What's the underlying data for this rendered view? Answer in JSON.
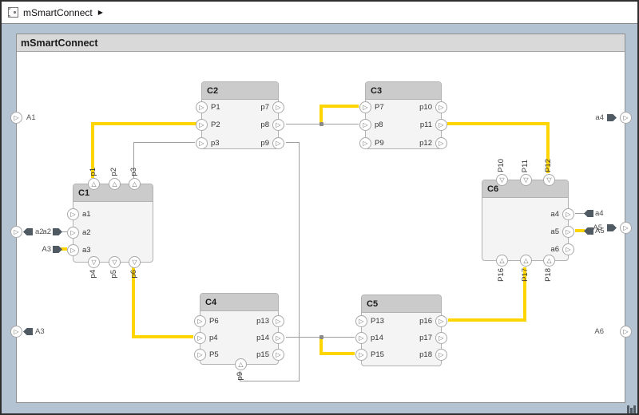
{
  "window": {
    "breadcrumb": {
      "label": "mSmartConnect",
      "caret": "▶"
    }
  },
  "sheet": {
    "title": "mSmartConnect"
  },
  "glyphs": {
    "right": "▷",
    "up": "△",
    "down": "▽"
  },
  "colors": {
    "highlight_wire": "#ffd500",
    "wire": "#9e9e9e",
    "canvas": "#b4c3d2",
    "component_header": "#cbcbcb",
    "component_body": "#f4f4f4",
    "adapter": "#4f5a63"
  },
  "components": {
    "C1": {
      "label": "C1",
      "ports": {
        "top": [
          "p1",
          "p2",
          "p3"
        ],
        "left": [
          "a1",
          "a2",
          "a3"
        ],
        "bottom": [
          "p4",
          "p5",
          "p6"
        ]
      }
    },
    "C2": {
      "label": "C2",
      "ports": {
        "left": [
          "P1",
          "P2",
          "p3"
        ],
        "right": [
          "p7",
          "p8",
          "p9"
        ]
      }
    },
    "C3": {
      "label": "C3",
      "ports": {
        "left": [
          "P7",
          "p8",
          "P9"
        ],
        "right": [
          "p10",
          "p11",
          "p12"
        ]
      }
    },
    "C4": {
      "label": "C4",
      "ports": {
        "left": [
          "P6",
          "p4",
          "P5"
        ],
        "right": [
          "p13",
          "p14",
          "p15"
        ],
        "bottom": [
          "p9"
        ]
      }
    },
    "C5": {
      "label": "C5",
      "ports": {
        "left": [
          "P13",
          "p14",
          "P15"
        ],
        "right": [
          "p16",
          "p17",
          "p18"
        ]
      }
    },
    "C6": {
      "label": "C6",
      "ports": {
        "top": [
          "P10",
          "P11",
          "P12"
        ],
        "right": [
          "a4",
          "a5",
          "a6"
        ],
        "bottom": [
          "P16",
          "P17",
          "P18"
        ]
      }
    }
  },
  "edge_ports": {
    "left": [
      {
        "label": "A1"
      },
      {
        "label": "a2"
      },
      {
        "label": "A3"
      }
    ],
    "right": [
      {
        "label": "a4"
      },
      {
        "label": "A5"
      },
      {
        "label": "A6"
      }
    ]
  },
  "adapters": {
    "near_c1": [
      {
        "label": "a2"
      },
      {
        "label": "A3"
      }
    ],
    "near_c6": [
      {
        "label": "a4"
      },
      {
        "label": "A5"
      }
    ]
  },
  "connections": [
    {
      "from": "C1.p1",
      "to": "C2.P2",
      "highlighted": true
    },
    {
      "from": "C1.p3",
      "to": "C2.p3",
      "highlighted": false
    },
    {
      "from": "adapter a2",
      "to": "C1.a2",
      "highlighted": false
    },
    {
      "from": "adapter A3",
      "to": "C1.a3",
      "highlighted": true
    },
    {
      "from": "C1.p6",
      "to": "C4.p4",
      "highlighted": true
    },
    {
      "from": "C2.p8",
      "to": "C3.p8",
      "highlighted": false
    },
    {
      "from": "C2.p8 junction",
      "to": "C3.P7",
      "highlighted": true
    },
    {
      "from": "C2.p9",
      "to": "C4.p9",
      "highlighted": false
    },
    {
      "from": "C3.p11",
      "to": "C6.P12",
      "highlighted": true
    },
    {
      "from": "C4.p14",
      "to": "C5.p14",
      "highlighted": false
    },
    {
      "from": "C4.p14 junction",
      "to": "C5.P15",
      "highlighted": true
    },
    {
      "from": "C5.p16",
      "to": "C6.P17",
      "highlighted": true
    },
    {
      "from": "C6.a4",
      "to": "adapter a4",
      "highlighted": false
    },
    {
      "from": "C6.a5",
      "to": "adapter A5",
      "highlighted": true
    }
  ]
}
